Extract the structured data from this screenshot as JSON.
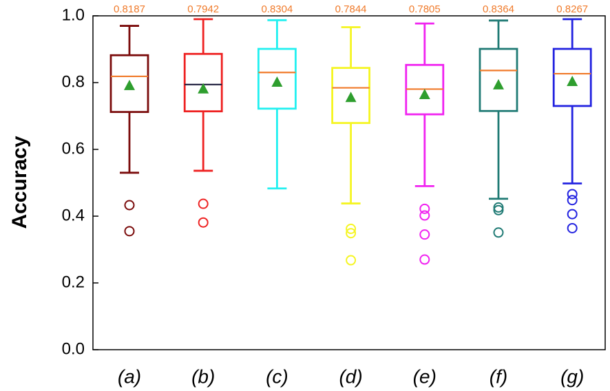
{
  "chart_data": {
    "type": "box",
    "title": "",
    "xlabel": "",
    "ylabel": "Accuracy",
    "ylim": [
      0.0,
      1.0
    ],
    "yticks": [
      "0.0",
      "0.2",
      "0.4",
      "0.6",
      "0.8",
      "1.0"
    ],
    "grid": false,
    "legend": "none",
    "median_color": "#f07a2a",
    "mean_marker_color": "#2e9e2e",
    "categories": [
      "(a)",
      "(b)",
      "(c)",
      "(d)",
      "(e)",
      "(f)",
      "(g)"
    ],
    "series": [
      {
        "color": "#7a0a0a",
        "whisker_low": 0.53,
        "q1": 0.712,
        "median": 0.8187,
        "q3": 0.882,
        "whisker_high": 0.97,
        "mean": 0.79,
        "outliers": [
          0.433,
          0.355
        ],
        "median_label": "0.8187"
      },
      {
        "color": "#ee2222",
        "whisker_low": 0.536,
        "q1": 0.714,
        "median": 0.7942,
        "q3": 0.886,
        "whisker_high": 0.99,
        "mean": 0.78,
        "outliers": [
          0.437,
          0.381
        ],
        "median_label": "0.7942",
        "median_line_color": "#1a1a3a"
      },
      {
        "color": "#22f0f0",
        "whisker_low": 0.483,
        "q1": 0.722,
        "median": 0.8304,
        "q3": 0.901,
        "whisker_high": 0.987,
        "mean": 0.8,
        "outliers": [],
        "median_label": "0.8304"
      },
      {
        "color": "#f5f522",
        "whisker_low": 0.438,
        "q1": 0.679,
        "median": 0.7844,
        "q3": 0.844,
        "whisker_high": 0.966,
        "mean": 0.754,
        "outliers": [
          0.362,
          0.349,
          0.268
        ],
        "median_label": "0.7844"
      },
      {
        "color": "#f022f0",
        "whisker_low": 0.49,
        "q1": 0.705,
        "median": 0.7805,
        "q3": 0.853,
        "whisker_high": 0.977,
        "mean": 0.763,
        "outliers": [
          0.422,
          0.402,
          0.345,
          0.27
        ],
        "median_label": "0.7805"
      },
      {
        "color": "#1f7a74",
        "whisker_low": 0.452,
        "q1": 0.715,
        "median": 0.8364,
        "q3": 0.901,
        "whisker_high": 0.986,
        "mean": 0.792,
        "outliers": [
          0.426,
          0.418,
          0.351
        ],
        "median_label": "0.8364"
      },
      {
        "color": "#2222e0",
        "whisker_low": 0.498,
        "q1": 0.73,
        "median": 0.8267,
        "q3": 0.901,
        "whisker_high": 0.99,
        "mean": 0.802,
        "outliers": [
          0.466,
          0.448,
          0.406,
          0.364
        ],
        "median_label": "0.8267"
      }
    ]
  }
}
